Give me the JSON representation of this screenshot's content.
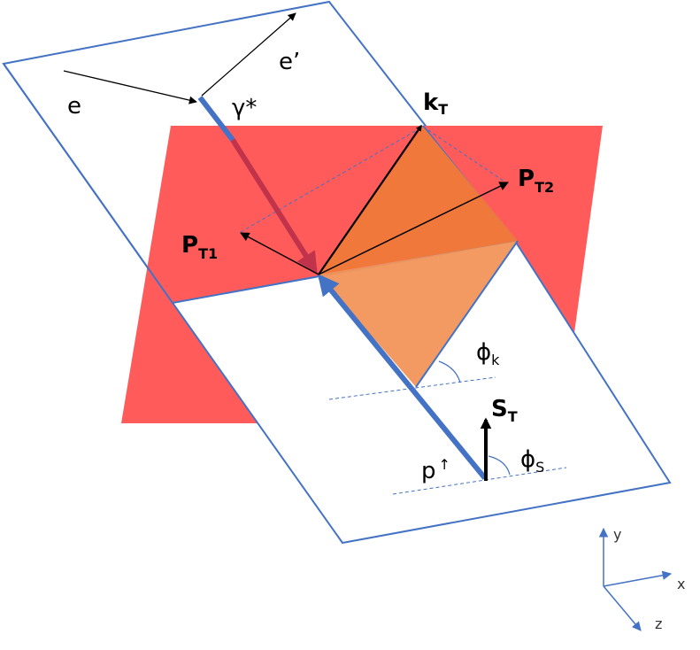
{
  "labels": {
    "e_in": "e",
    "e_out": "e’",
    "photon": "γ*",
    "kT_main": "k",
    "kT_sub": "T",
    "PT2_main": "P",
    "PT2_sub": "T2",
    "PT1_main": "P",
    "PT1_sub": "T1",
    "phi_k_main": "ϕ",
    "phi_k_sub": "k",
    "ST_main": "S",
    "ST_sub": "T",
    "phi_S_main": "ϕ",
    "phi_S_sub": "S",
    "proton": "p",
    "proton_spin": "↑"
  },
  "axes": {
    "y": "y",
    "x": "x",
    "z": "z"
  },
  "colors": {
    "plane_outline": "#4472C4",
    "hadron_plane": "#FF5B5B",
    "triangle_plane": "#F08A4B",
    "beam": "#4472C4",
    "photon_beam": "#C0334A",
    "arrow": "#000000"
  }
}
